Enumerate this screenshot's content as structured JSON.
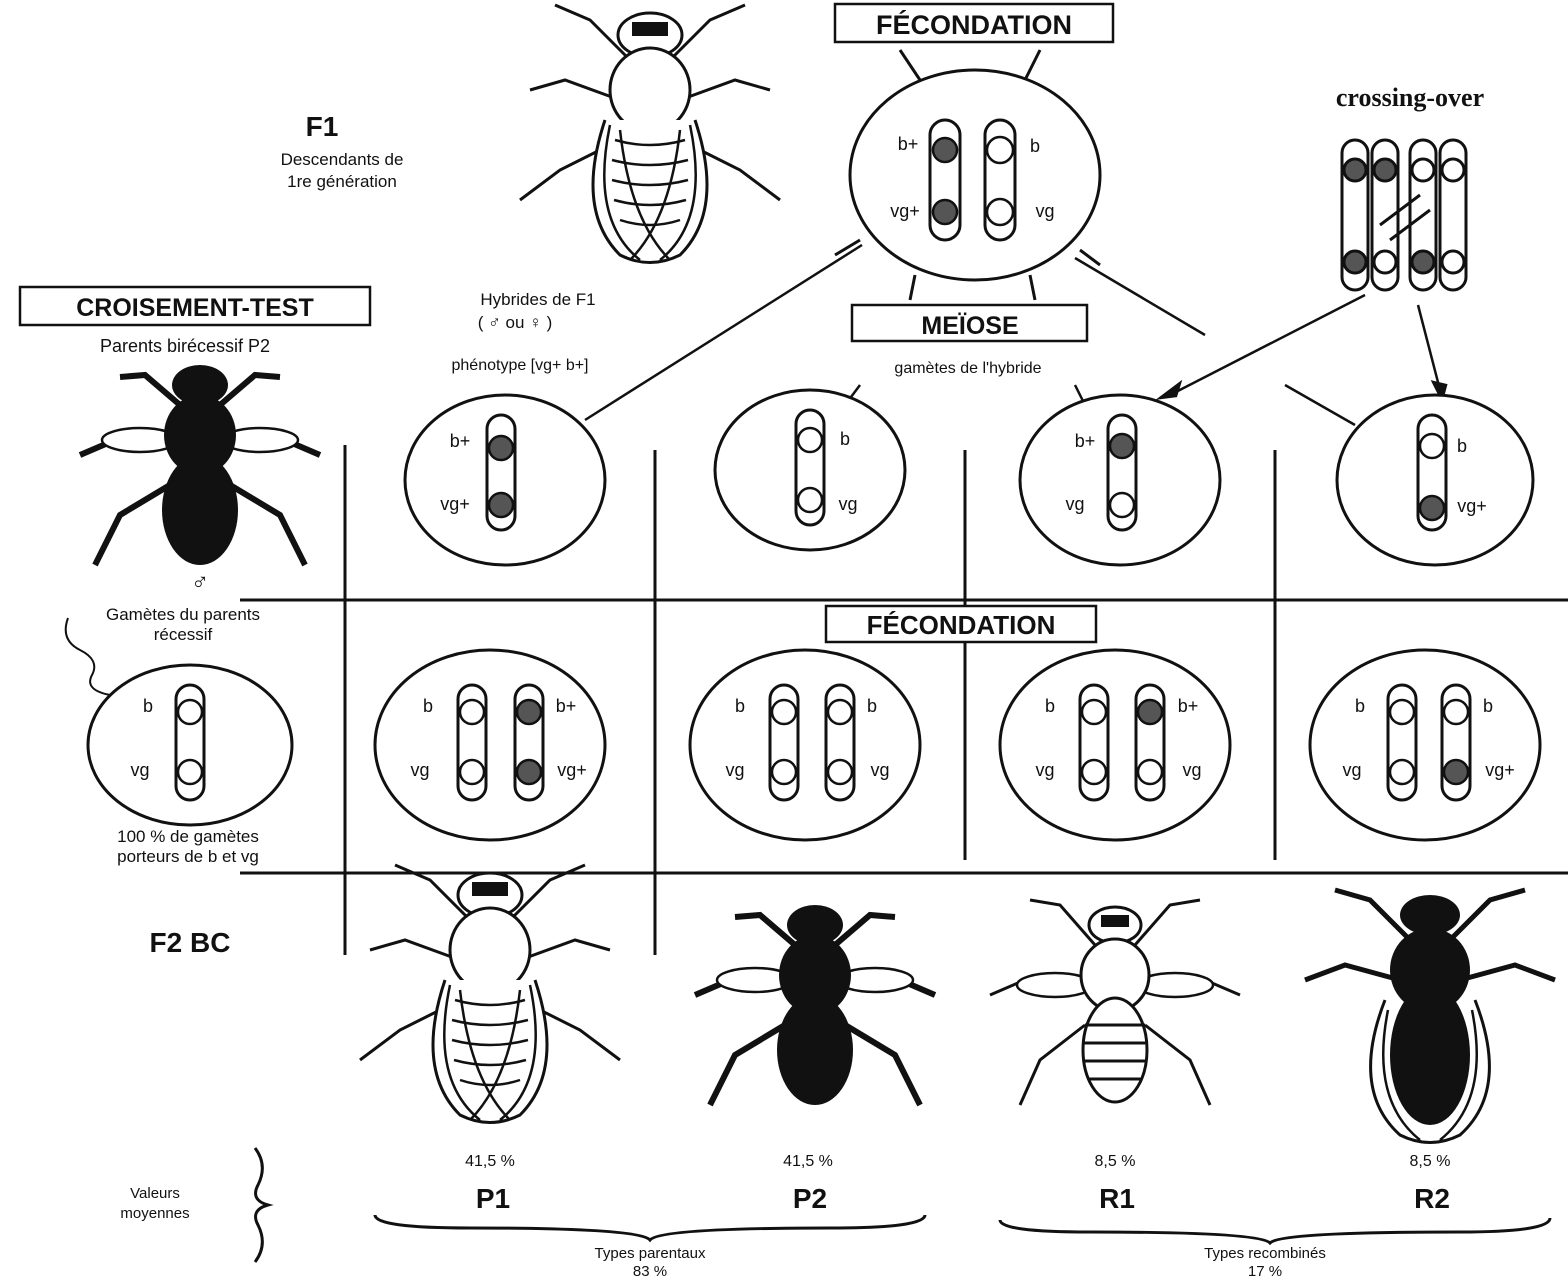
{
  "f1": {
    "label": "F1",
    "desc_line1": "Descendants de",
    "desc_line2": "1re génération"
  },
  "fecondation_top": "FÉCONDATION",
  "crossing_over": "crossing-over",
  "croisement_test": "CROISEMENT-TEST",
  "parents_birecessif": "Parents birécessif P2",
  "hybrides": {
    "line1": "Hybrides de F1",
    "line2": "( ♂ ou ♀ )",
    "phenotype": "phénotype [vg+  b+]"
  },
  "meiose": "MEÏOSE",
  "gametes_hybride": "gamètes de l'hybride",
  "male_symbol": "♂",
  "gametes_recessif": {
    "line1": "Gamètes du parents",
    "line2": "récessif"
  },
  "fecondation_mid": "FÉCONDATION",
  "gametes_100": {
    "line1": "100 % de gamètes",
    "line2": "porteurs de b et vg"
  },
  "f2bc": "F2 BC",
  "valeurs": {
    "line1": "Valeurs",
    "line2": "moyennes"
  },
  "alleles": {
    "b_plus": "b+",
    "b": "b",
    "vg_plus": "vg+",
    "vg": "vg"
  },
  "results": [
    {
      "pct": "41,5 %",
      "label": "P1"
    },
    {
      "pct": "41,5 %",
      "label": "P2"
    },
    {
      "pct": "8,5 %",
      "label": "R1"
    },
    {
      "pct": "8,5 %",
      "label": "R2"
    }
  ],
  "types_parentaux": {
    "line1": "Types parentaux",
    "line2": "83 %"
  },
  "types_recombines": {
    "line1": "Types recombinés",
    "line2": "17 %"
  }
}
